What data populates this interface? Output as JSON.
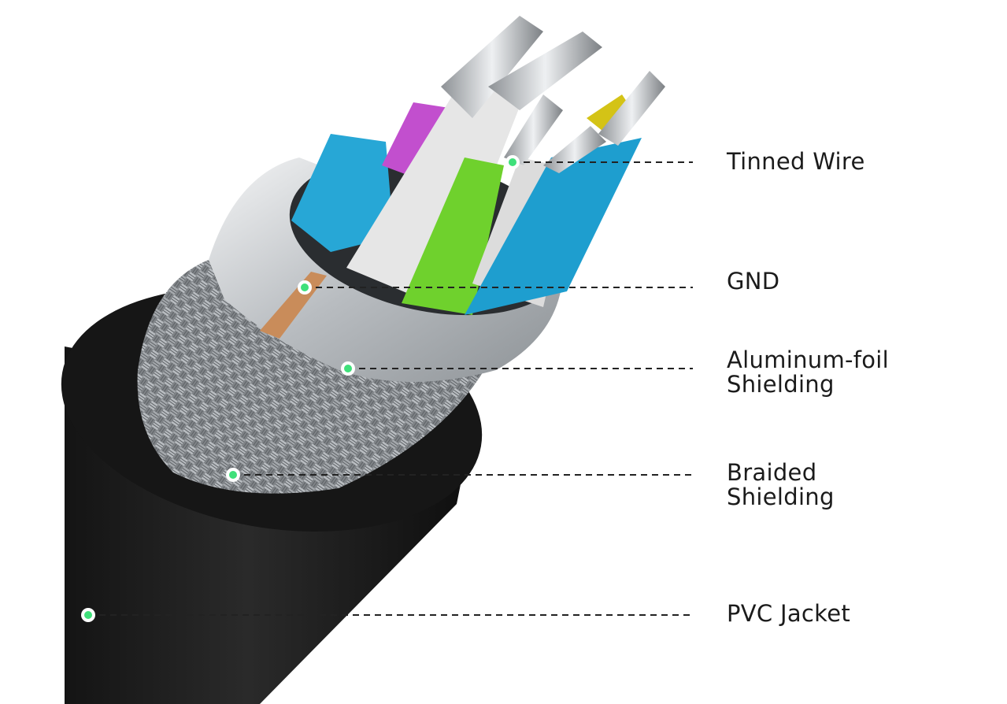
{
  "callouts": [
    {
      "id": "tinned-wire",
      "lines": [
        "Tinned Wire"
      ]
    },
    {
      "id": "gnd",
      "lines": [
        "GND"
      ]
    },
    {
      "id": "aluminum-foil-shielding",
      "lines": [
        "Aluminum-foil",
        "Shielding"
      ]
    },
    {
      "id": "braided-shielding",
      "lines": [
        "Braided",
        "Shielding"
      ]
    },
    {
      "id": "pvc-jacket",
      "lines": [
        "PVC Jacket"
      ]
    }
  ],
  "colors": {
    "marker": "#3fe07a",
    "leader_line": "#222222",
    "jacket": "#1c1c1c",
    "foil": "#c9cdd0",
    "braid": "#8e9296",
    "conductor_blue": "#27a7d6",
    "conductor_magenta": "#c24fce",
    "conductor_green": "#6fd12d",
    "conductor_white": "#e6e6e6",
    "conductor_yellow": "#d4c316"
  }
}
